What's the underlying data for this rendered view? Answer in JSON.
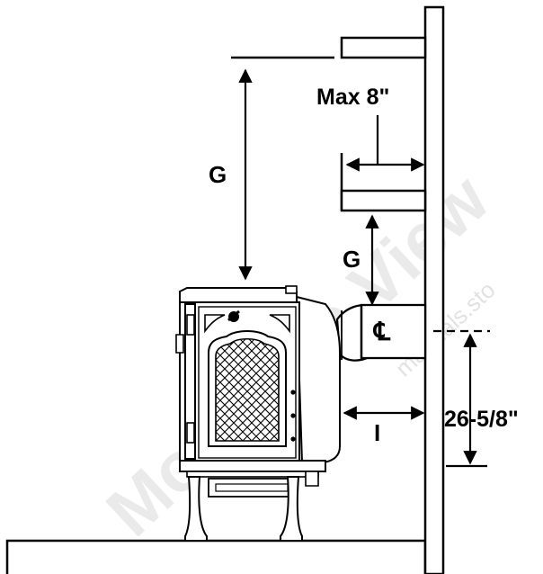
{
  "labels": {
    "max_offset": "Max 8\"",
    "g_upper": "G",
    "g_lower": "G",
    "centerline": "℄",
    "i_label": "I",
    "height": "26-5/8\""
  },
  "watermark": {
    "main": "Mountain View",
    "site": "manuals.sto"
  },
  "colors": {
    "line": "#000000",
    "background": "#ffffff",
    "watermark": "#d9d9d9"
  }
}
